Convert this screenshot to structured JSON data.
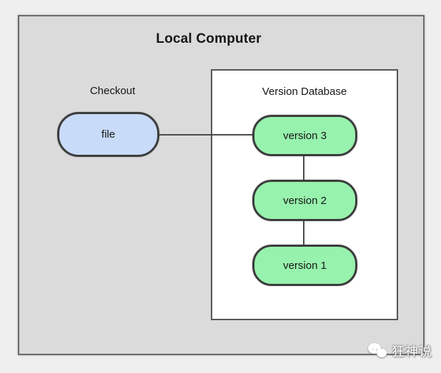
{
  "diagram": {
    "title": "Local Computer",
    "checkout": {
      "label": "Checkout",
      "file_label": "file"
    },
    "version_database": {
      "label": "Version Database",
      "versions": [
        "version 3",
        "version 2",
        "version 1"
      ]
    },
    "connections": [
      {
        "from": "file",
        "to": "version 3"
      },
      {
        "from": "version 3",
        "to": "version 2"
      },
      {
        "from": "version 2",
        "to": "version 1"
      }
    ],
    "watermark": {
      "icon": "wechat-icon",
      "text": "狂神说"
    },
    "colors": {
      "page-bg": "#efefef",
      "outer-box-bg": "#dbdbdb",
      "outer-box-border": "#6a6a6a",
      "inner-box-bg": "#ffffff",
      "inner-box-border": "#555555",
      "file-node-fill": "#c8dbf8",
      "version-node-fill": "#97f2ad",
      "node-border": "#3c3c3c",
      "connector": "#4a4a4a",
      "text-color": "#161616",
      "watermark-color": "#ffffff"
    }
  }
}
